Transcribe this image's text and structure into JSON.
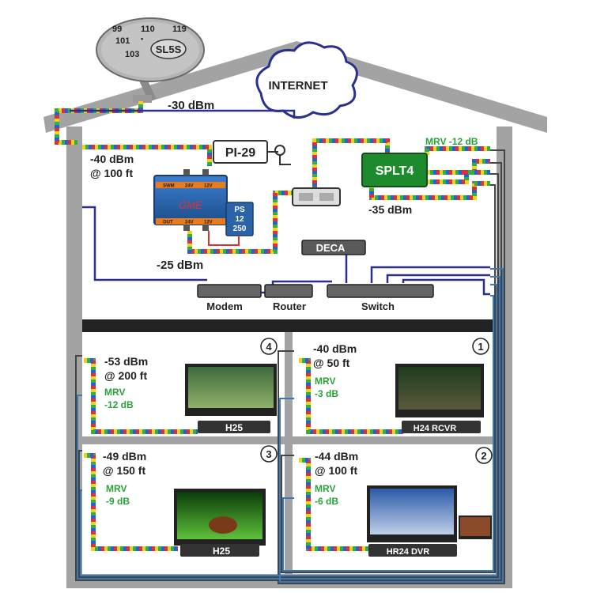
{
  "dish": {
    "satellites": [
      "99",
      "110",
      "119",
      "101",
      "103"
    ],
    "dot": "•",
    "model": "SL5S"
  },
  "internet_label": "INTERNET",
  "signals": {
    "dish_feed": "-30 dBm",
    "swm_in": "-40 dBm",
    "swm_in_distance": "@ 100 ft",
    "swm_out": "-25 dBm",
    "splitter_out": "-35 dBm",
    "mrv_top": "MRV -12 dB"
  },
  "devices": {
    "pi29": "PI-29",
    "gme": "GME",
    "swm_top": [
      "SWM",
      "24V",
      "12V"
    ],
    "swm_bottom": [
      "OUT",
      "24V",
      "12V"
    ],
    "ps": [
      "PS",
      "12",
      "250"
    ],
    "splt4": "SPLT4",
    "deca": "DECA",
    "modem": "Modem",
    "router": "Router",
    "switch": "Switch"
  },
  "rooms": [
    {
      "number": "4",
      "dbm": "-53 dBm",
      "distance": "@ 200 ft",
      "mrv_label": "MRV",
      "mrv": "-12 dB",
      "receiver": "H25"
    },
    {
      "number": "1",
      "dbm": "-40 dBm",
      "distance": "@ 50 ft",
      "mrv_label": "MRV",
      "mrv": "-3 dB",
      "receiver": "H24 RCVR"
    },
    {
      "number": "3",
      "dbm": "-49 dBm",
      "distance": "@ 150 ft",
      "mrv_label": "MRV",
      "mrv": "-9 dB",
      "receiver": "H25"
    },
    {
      "number": "2",
      "dbm": "-44 dBm",
      "distance": "@ 100 ft",
      "mrv_label": "MRV",
      "mrv": "-6 dB",
      "receiver": "HR24 DVR"
    }
  ],
  "colors": {
    "house": "#9a9a9a",
    "green_text": "#2aa23a",
    "ethernet": "#2b2f8f",
    "splt4": "#1e8a2e",
    "swm": "#2a63a8"
  }
}
